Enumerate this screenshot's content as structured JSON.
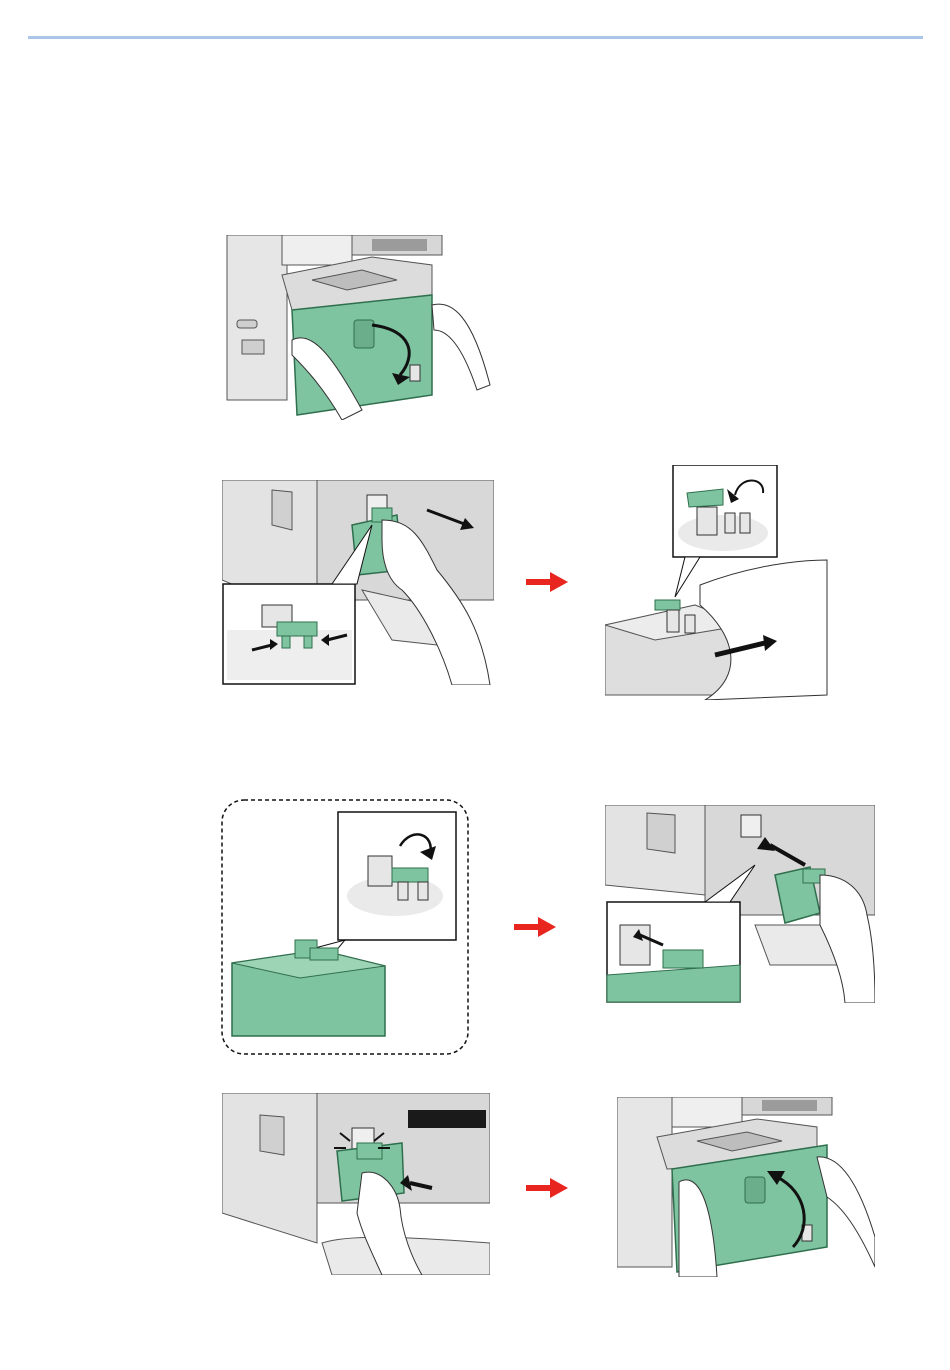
{
  "page": {
    "header_rule_color": "#a9c6e8",
    "colors": {
      "green": "#7fc4a0",
      "green_dark": "#3d8a63",
      "gray_light": "#e8e8e8",
      "gray_mid": "#c8c8c8",
      "arrow_red": "#e8251f",
      "black": "#1a1a1a"
    },
    "icons": {
      "step_arrow": "red-right-arrow",
      "motion_arrow": "black-curved-arrow"
    }
  },
  "figures": [
    {
      "id": "open-front-cover"
    },
    {
      "id": "remove-waste-box"
    },
    {
      "id": "close-waste-box-lid"
    },
    {
      "id": "cap-new-waste-box"
    },
    {
      "id": "insert-waste-box"
    },
    {
      "id": "push-waste-box-in"
    },
    {
      "id": "close-front-cover"
    }
  ]
}
